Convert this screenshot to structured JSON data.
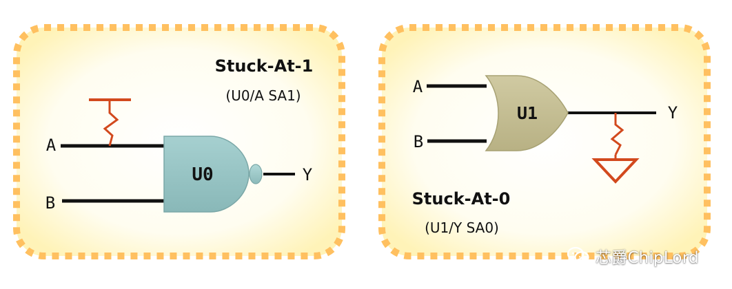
{
  "left_panel": {
    "title": "Stuck-At-1",
    "subtitle": "(U0/A SA1)",
    "gate_label": "U0",
    "input_a": "A",
    "input_b": "B",
    "output": "Y"
  },
  "right_panel": {
    "title": "Stuck-At-0",
    "subtitle": "(U1/Y SA0)",
    "gate_label": "U1",
    "input_a": "A",
    "input_b": "B",
    "output": "Y"
  },
  "watermark": {
    "text": "芯爵ChipLord",
    "icon": "wechat-icon"
  },
  "colors": {
    "panel_border": "#ffc060",
    "panel_fill_edge": "#fff9cf",
    "panel_fill_center": "#ffffff",
    "nand_fill": "#9cc8c8",
    "or_fill": "#c8c39a",
    "fault_line": "#d2491d",
    "wire": "#111111"
  }
}
